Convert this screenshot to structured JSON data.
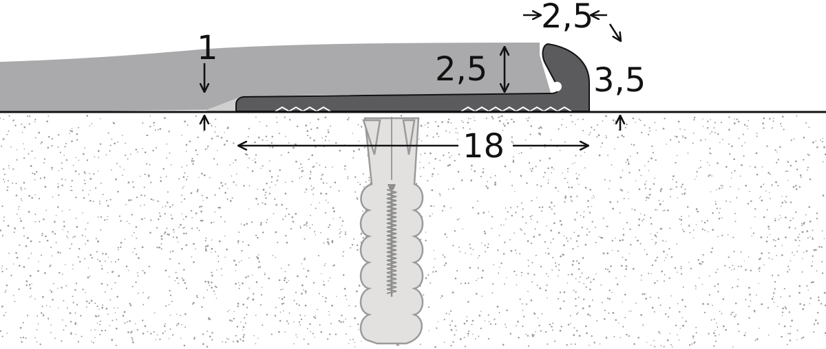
{
  "dimensions": {
    "floor_thickness": "1",
    "profile_height": "2,5",
    "top_width": "2,5",
    "total_height": "3,5",
    "base_width": "18"
  },
  "colors": {
    "floor_covering": "#aaa9ab",
    "floor_covering_edge": "#cfcfd0",
    "profile": "#5b5b5d",
    "dowel": "#e2e1e0",
    "dowel_outline": "#9a9a9a",
    "screw": "#8e8e8e",
    "substrate_dots": "#9a9a9a",
    "line": "#111111"
  },
  "icons": {
    "arrow": "arrow-icon",
    "dowel": "wall-plug-icon",
    "screw": "screw-icon"
  }
}
